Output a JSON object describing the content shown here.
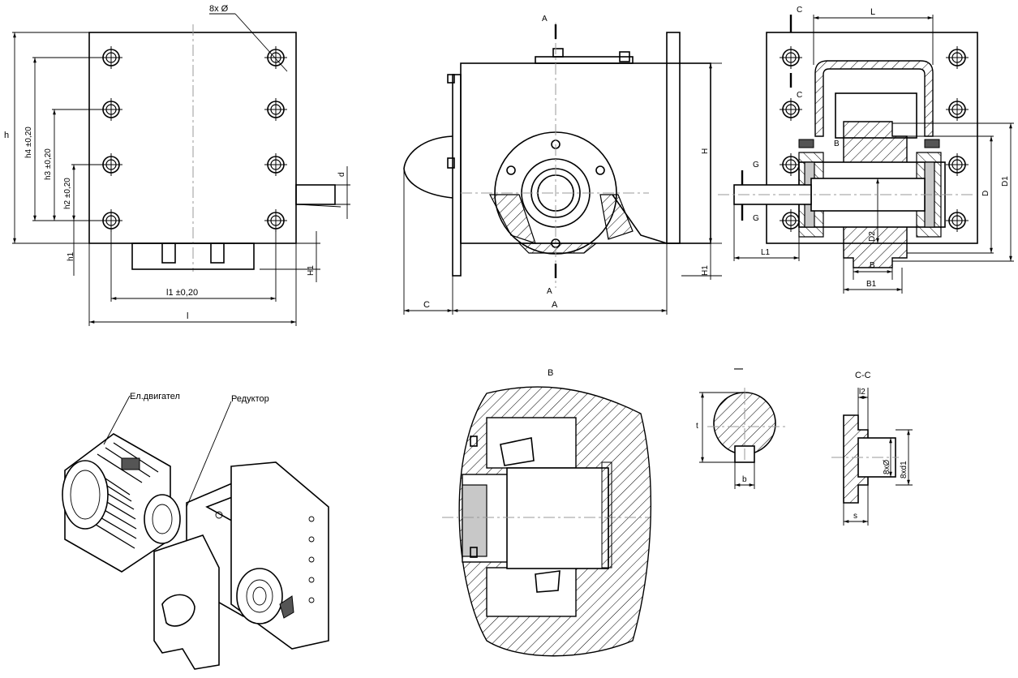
{
  "front_view": {
    "holes_note": "8x Ø",
    "dim_h": "h",
    "dim_h1": "h1",
    "dim_h2": "h2 ±0,20",
    "dim_h3": "h3 ±0,20",
    "dim_h4": "h4 ±0,20",
    "dim_l1": "l1 ±0,20",
    "dim_l": "l",
    "dim_d": "d",
    "dim_H1": "H1"
  },
  "side_view": {
    "section_A_top": "A",
    "section_A_bottom": "A",
    "dim_H": "H",
    "dim_H1": "H1",
    "dim_C": "C",
    "dim_A": "A"
  },
  "section_view": {
    "dim_L": "L",
    "section_C_top": "C",
    "section_C_bottom": "C",
    "detail_B": "B",
    "section_G_top": "G",
    "section_G_bottom": "G",
    "dim_D": "D",
    "dim_D1": "D1",
    "dim_D2": "D2",
    "dim_L1": "L1",
    "dim_B": "B",
    "dim_B1": "B1"
  },
  "iso_view": {
    "label_motor": "Ел.двигател",
    "label_reducer": "Редуктор"
  },
  "detail_view": {
    "title": "B"
  },
  "key_section": {
    "title": "—",
    "dim_t": "t",
    "dim_b": "b"
  },
  "cc_section": {
    "title": "C-C",
    "dim_l2": "l2",
    "dim_holes": "8xØ",
    "dim_d1": "8xd1",
    "dim_s": "s"
  }
}
